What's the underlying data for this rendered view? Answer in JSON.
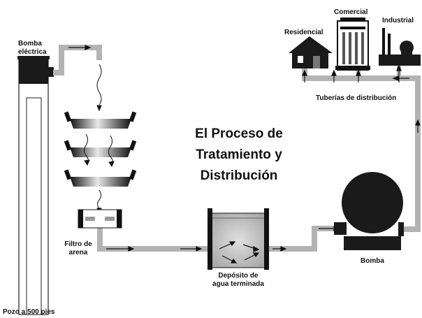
{
  "title": {
    "line1": "El Proceso de",
    "line2": "Tratamiento y",
    "line3": "Distribución"
  },
  "labels": {
    "electric_pump": {
      "line1": "Bomba",
      "line2": "eléctrica"
    },
    "sand_filter": {
      "line1": "Filtro de",
      "line2": "arena"
    },
    "finished_tank": {
      "line1": "Depósito de",
      "line2": "agua terminada"
    },
    "pump": "Bomba",
    "well": "Pozo a 500 pies",
    "pipes": "Tuberías de distribución",
    "residential": "Residencial",
    "commercial": "Comercial",
    "industrial": "Industrial"
  },
  "colors": {
    "pipe": "#b3b3b3",
    "dark": "#1a1a1a",
    "tank_fill": "#bdbdbd"
  }
}
